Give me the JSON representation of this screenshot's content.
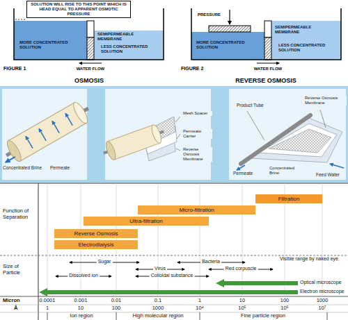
{
  "diagram": {
    "nodes": [
      {
        "text": [
          "SOLUTION WILL RISE TO THIS POINT WHICH IS HEAD EQUAL TO APPARENT OSMOTIC PRESSURE"
        ]
      },
      {
        "text": [
          "Filtration"
        ]
      },
      {
        "text": [
          "Micro-filtration"
        ]
      },
      {
        "text": [
          "Ultra-filtration"
        ]
      },
      {
        "text": [
          "Reverse Osmosis"
        ]
      },
      {
        "text": [
          "Electrodialysis"
        ]
      }
    ],
    "labels": [
      "SEMIPERMEABLE MEMBRANE",
      "MORE CONCENTRATED SOLUTION",
      "LESS CONCENTRATED SOLUTION",
      "FIGURE 1",
      "WATER FLOW",
      "OSMOSIS",
      "PRESSURE",
      "SEMIPERMEABLE MEMBRANE",
      "MORE CONCENTRATED SOLUTION",
      "LESS CONCENTRATED SOLUTION",
      "FIGURE 2",
      "WATER FLOW",
      "REVERSE OSMOSIS",
      "Concentrated Brine",
      "Permeate",
      "Mesh Spacer",
      "Permeate Carrier",
      "Reverse Osmosis Membrane",
      "Product Tube",
      "Reverse Osmosis Membrane",
      "Permeate",
      "Concentrated Brine",
      "Feed Water",
      "Function of Separation",
      "Size of Particle",
      "Sugar",
      "Bacteria",
      "Visible range by naked eye",
      "Virus",
      "Red corpuscle",
      "Colloidal substance",
      "Optical microscope",
      "Dissolved ion",
      "Electron microscope",
      "Micron",
      "0.0001",
      "0.001",
      "0.01",
      "0.1",
      "1",
      "10",
      "100",
      "1000",
      "Å",
      "1",
      "10",
      "100",
      "1000",
      "10⁴",
      "10⁵",
      "10⁶",
      "10⁷",
      "Ion region",
      "High molecular region",
      "Fine particle region"
    ]
  }
}
